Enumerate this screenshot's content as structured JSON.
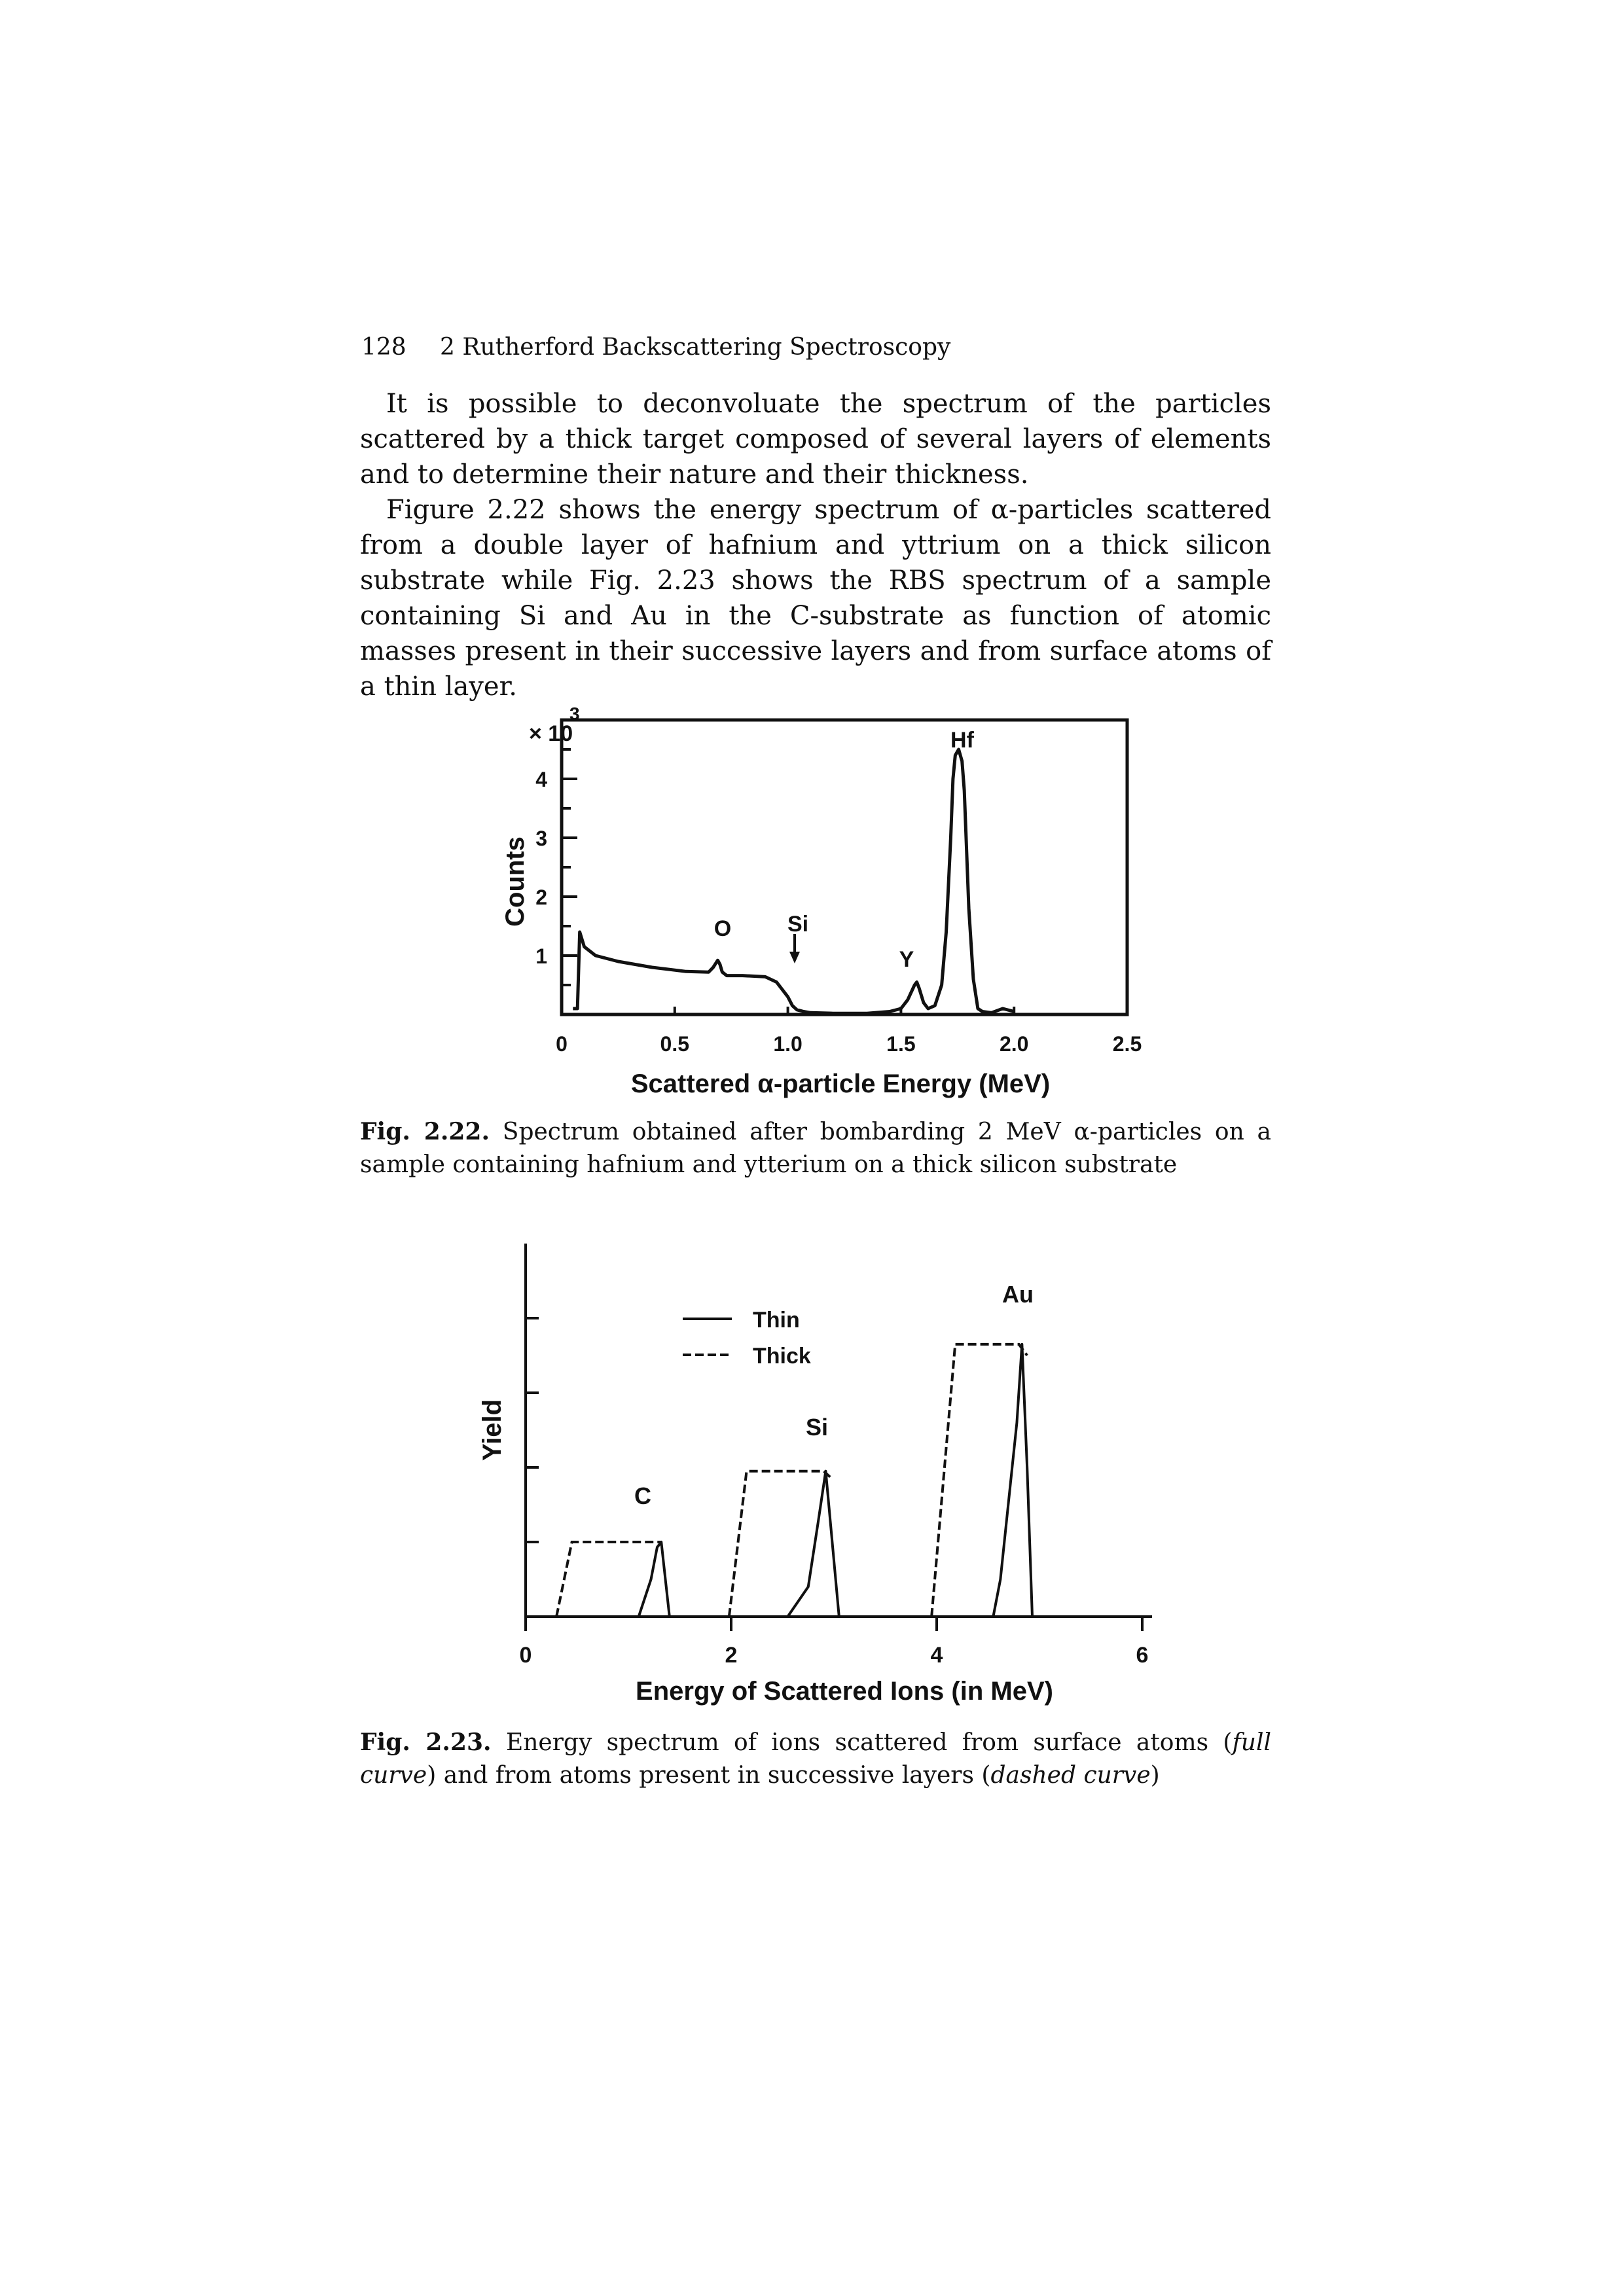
{
  "header": {
    "page_number": "128",
    "running_title": "2 Rutherford Backscattering Spectroscopy"
  },
  "body": {
    "paragraphs": [
      "It is possible to deconvoluate the spectrum of the particles scattered by a thick target composed of several layers of elements and to determine their nature and their thickness.",
      "Figure 2.22 shows the energy spectrum of α-particles scattered from a double layer of hafnium and yttrium on a thick silicon substrate while Fig. 2.23 shows the RBS spectrum of a sample containing Si and Au in the C-substrate as function of atomic masses present in their successive layers and from surface atoms of a thin layer."
    ]
  },
  "fig22": {
    "caption_label": "Fig. 2.22.",
    "caption_text": "Spectrum obtained after bombarding 2 MeV α-particles on a sample containing hafnium and ytterium on a thick silicon substrate"
  },
  "fig23": {
    "caption_label": "Fig. 2.23.",
    "caption_text_1": "Energy spectrum of ions scattered from surface atoms (",
    "caption_em_1": "full curve",
    "caption_text_2": ") and from atoms present in successive layers (",
    "caption_em_2": "dashed curve",
    "caption_text_3": ")"
  },
  "chart_data": [
    {
      "type": "line",
      "xlabel": "Scattered α-particle Energy (MeV)",
      "ylabel": "Counts",
      "y_multiplier": "× 10",
      "y_multiplier_exp": "3",
      "xlim": [
        0,
        2.5
      ],
      "ylim": [
        0,
        5
      ],
      "x_ticks": [
        "0",
        "0.5",
        "1.0",
        "1.5",
        "2.0",
        "2.5"
      ],
      "y_ticks": [
        "1",
        "2",
        "3",
        "4"
      ],
      "annotations": [
        "O",
        "Si",
        "Y",
        "Hf"
      ],
      "series": [
        {
          "x": [
            0.05,
            0.07,
            0.08,
            0.1,
            0.15,
            0.25,
            0.4,
            0.55,
            0.65,
            0.67,
            0.69,
            0.7,
            0.71,
            0.73,
            0.76,
            0.8,
            0.9,
            0.95,
            0.97,
            1.0,
            1.02,
            1.04,
            1.07,
            1.1,
            1.2,
            1.35,
            1.45,
            1.5,
            1.53,
            1.56,
            1.57,
            1.58,
            1.6,
            1.62,
            1.65,
            1.68,
            1.7,
            1.72,
            1.73,
            1.74,
            1.755,
            1.77,
            1.78,
            1.8,
            1.82,
            1.84,
            1.86,
            1.9,
            1.95,
            2.0
          ],
          "y": [
            0.1,
            0.1,
            1.4,
            1.15,
            1.0,
            0.9,
            0.8,
            0.73,
            0.72,
            0.8,
            0.92,
            0.85,
            0.72,
            0.66,
            0.66,
            0.66,
            0.64,
            0.55,
            0.45,
            0.3,
            0.15,
            0.08,
            0.05,
            0.03,
            0.02,
            0.02,
            0.05,
            0.1,
            0.25,
            0.5,
            0.55,
            0.45,
            0.2,
            0.1,
            0.15,
            0.5,
            1.4,
            3.0,
            4.0,
            4.4,
            4.5,
            4.3,
            3.8,
            1.8,
            0.6,
            0.1,
            0.05,
            0.03,
            0.1,
            0.05
          ]
        }
      ]
    },
    {
      "type": "line",
      "xlabel": "Energy of Scattered Ions (in MeV)",
      "ylabel": "Yield",
      "xlim": [
        0,
        6
      ],
      "ylim": [
        0,
        4.5
      ],
      "x_ticks": [
        "0",
        "2",
        "4",
        "6"
      ],
      "annotations": [
        "C",
        "Si",
        "Au"
      ],
      "legend": [
        "Thin",
        "Thick"
      ],
      "series": [
        {
          "name": "Thin",
          "style": "solid",
          "x": [
            1.1,
            1.22,
            1.28,
            1.32,
            1.4,
            2.55,
            2.75,
            2.85,
            2.92,
            3.05,
            4.55,
            4.62,
            4.78,
            4.83,
            4.88,
            4.93
          ],
          "y": [
            0,
            0.5,
            0.93,
            1.0,
            0,
            0,
            0.4,
            1.3,
            1.95,
            0,
            0,
            0.5,
            2.6,
            3.65,
            2.0,
            0
          ]
        },
        {
          "name": "Thick",
          "style": "dashed",
          "groups": [
            {
              "x": [
                0.3,
                0.45,
                1.22,
                1.32
              ],
              "y": [
                0,
                1.0,
                1.0,
                1.0
              ]
            },
            {
              "x": [
                1.98,
                2.15,
                2.9,
                2.98
              ],
              "y": [
                0,
                1.95,
                1.95,
                1.85
              ]
            },
            {
              "x": [
                3.95,
                4.18,
                4.8,
                4.88
              ],
              "y": [
                0,
                3.65,
                3.65,
                3.5
              ]
            }
          ]
        }
      ]
    }
  ]
}
